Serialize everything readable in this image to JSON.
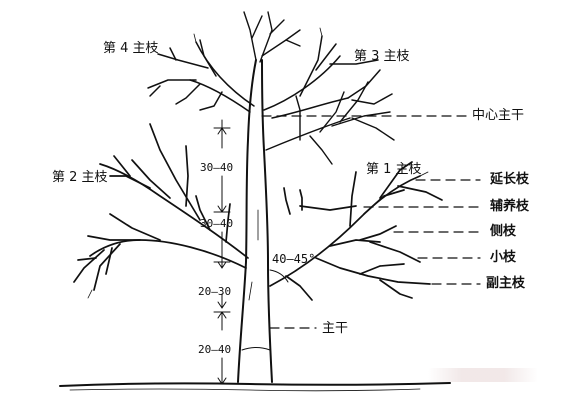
{
  "labels": {
    "branch4": "第 4 主枝",
    "branch3": "第 3 主枝",
    "branch2": "第 2 主枝",
    "branch1": "第 1 主枝",
    "central_leader": "中心主干",
    "extension_shoot": "延长枝",
    "auxiliary_branch": "辅养枝",
    "lateral_branch": "侧枝",
    "twig": "小枝",
    "sub_main_branch": "副主枝",
    "trunk": "主干",
    "angle": "40—45°"
  },
  "measurements": {
    "gap_top": "30—40",
    "gap_mid": "30—40",
    "gap_low": "20—30",
    "trunk_height": "20—40"
  }
}
